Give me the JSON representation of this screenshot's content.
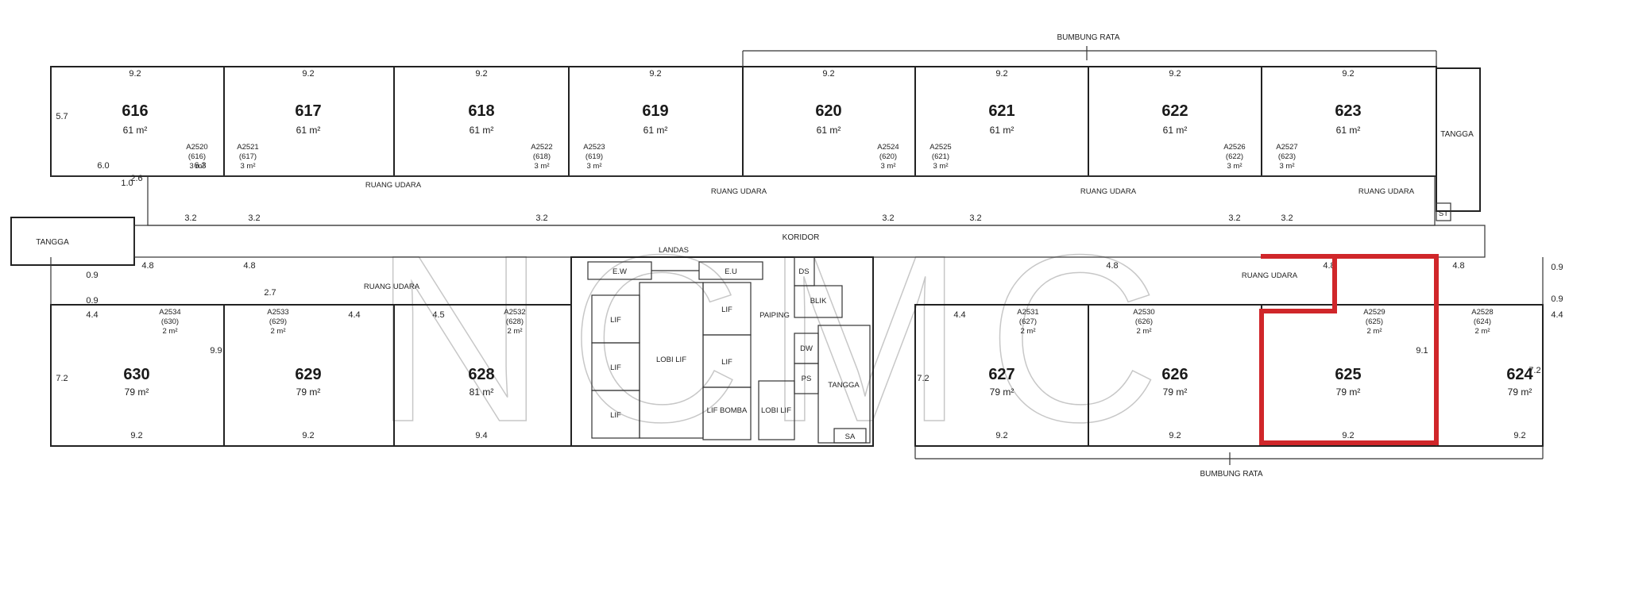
{
  "labels": {
    "roof_flat_top": "BUMBUNG RATA",
    "roof_flat_bottom": "BUMBUNG RATA",
    "corridor": "KORIDOR",
    "stairs_left": "TANGGA",
    "stairs_right": "TANGGA",
    "stairs_core": "TANGGA",
    "landing": "LANDAS",
    "lift": "LIF",
    "lift_lobby": "LOBI LIF",
    "lift_bomba": "LIF BOMBA",
    "air_space": "RUANG UDARA",
    "bulk_tank": "BLIK",
    "lobby_lift_small": "LOBI LIF",
    "piping": "PAIPING",
    "dw": "DW",
    "ps": "PS",
    "ew": "E.W",
    "eu": "E.U",
    "ds": "DS",
    "sa": "SA",
    "st": "ST",
    "watermark": "NCMC"
  },
  "units_top": [
    {
      "no": "616",
      "area": "61 m²",
      "acc": "A2520",
      "ref": "(616)",
      "acc_area": "3 m²"
    },
    {
      "no": "617",
      "area": "61 m²",
      "acc": "A2521",
      "ref": "(617)",
      "acc_area": "3 m²"
    },
    {
      "no": "618",
      "area": "61 m²",
      "acc": "A2522",
      "ref": "(618)",
      "acc_area": "3 m²"
    },
    {
      "no": "619",
      "area": "61 m²",
      "acc": "A2523",
      "ref": "(619)",
      "acc_area": "3 m²"
    },
    {
      "no": "620",
      "area": "61 m²",
      "acc": "A2524",
      "ref": "(620)",
      "acc_area": "3 m²"
    },
    {
      "no": "621",
      "area": "61 m²",
      "acc": "A2525",
      "ref": "(621)",
      "acc_area": "3 m²"
    },
    {
      "no": "622",
      "area": "61 m²",
      "acc": "A2526",
      "ref": "(622)",
      "acc_area": "3 m²"
    },
    {
      "no": "623",
      "area": "61 m²",
      "acc": "A2527",
      "ref": "(623)",
      "acc_area": "3 m²"
    }
  ],
  "units_bottom_left": [
    {
      "no": "630",
      "area": "79 m²",
      "acc": "A2534",
      "ref": "(630)",
      "acc_area": "2 m²"
    },
    {
      "no": "629",
      "area": "79 m²",
      "acc": "A2533",
      "ref": "(629)",
      "acc_area": "2 m²"
    },
    {
      "no": "628",
      "area": "81 m²",
      "acc": "A2532",
      "ref": "(628)",
      "acc_area": "2 m²"
    }
  ],
  "units_bottom_right": [
    {
      "no": "627",
      "area": "79 m²",
      "acc": "A2531",
      "ref": "(627)",
      "acc_area": "2 m²"
    },
    {
      "no": "626",
      "area": "79 m²",
      "acc": "A2530",
      "ref": "(626)",
      "acc_area": "2 m²"
    },
    {
      "no": "625",
      "area": "79 m²",
      "acc": "A2529",
      "ref": "(625)",
      "acc_area": "2 m²"
    },
    {
      "no": "624",
      "area": "79 m²",
      "acc": "A2528",
      "ref": "(624)",
      "acc_area": "2 m²"
    }
  ],
  "dims": {
    "w92": "9.2",
    "w94": "9.4",
    "h57": "5.7",
    "h63": "6.3",
    "h60": "6.0",
    "h72": "7.2",
    "h99": "9.9",
    "h91": "9.1",
    "d10": "1.0",
    "d26": "2.6",
    "d32": "3.2",
    "d48": "4.8",
    "d09": "0.9",
    "d27": "2.7",
    "d44": "4.4",
    "d45": "4.5"
  },
  "highlight_color": "#d0262a"
}
